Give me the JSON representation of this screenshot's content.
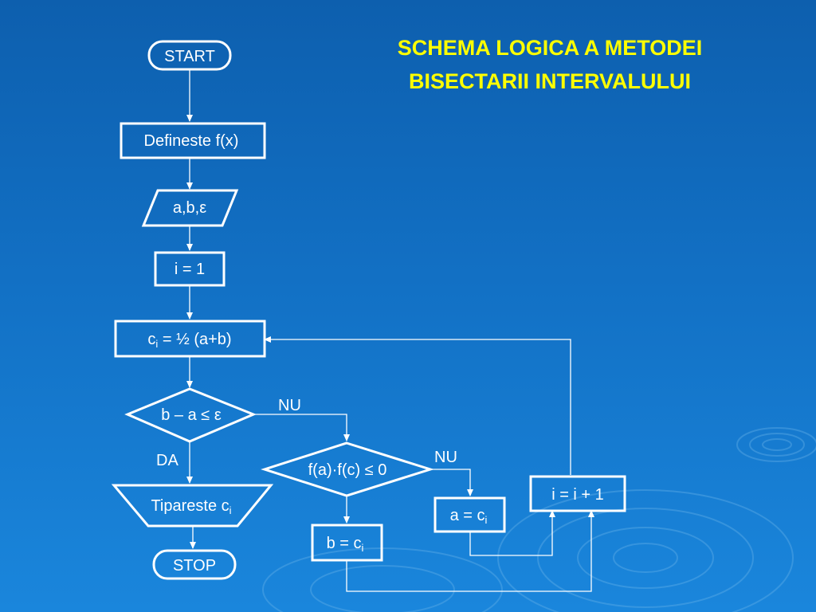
{
  "title": {
    "line1": "SCHEMA LOGICA A METODEI",
    "line2": "BISECTARII INTERVALULUI"
  },
  "colors": {
    "background_top": "#0d5fae",
    "background_bottom": "#1a86dc",
    "title": "#ffff00",
    "shapes": "#ffffff"
  },
  "flowchart": {
    "start": "START",
    "define": "Defineste f(x)",
    "input": "a,b,ε",
    "init": "i = 1",
    "midpoint": {
      "lhs": "c",
      "sub": "i",
      "rhs": " = ½ (a+b)"
    },
    "cond1": "b – a ≤ ε",
    "cond1_no": "NU",
    "cond1_yes": "DA",
    "cond2": "f(a)·f(c) ≤ 0",
    "cond2_no": "NU",
    "print": {
      "text": "Tipareste c",
      "sub": "i"
    },
    "stop": "STOP",
    "assign_b": {
      "text": "b = c",
      "sub": "i"
    },
    "assign_a": {
      "text": "a = c",
      "sub": "i"
    },
    "increment": "i = i + 1"
  }
}
